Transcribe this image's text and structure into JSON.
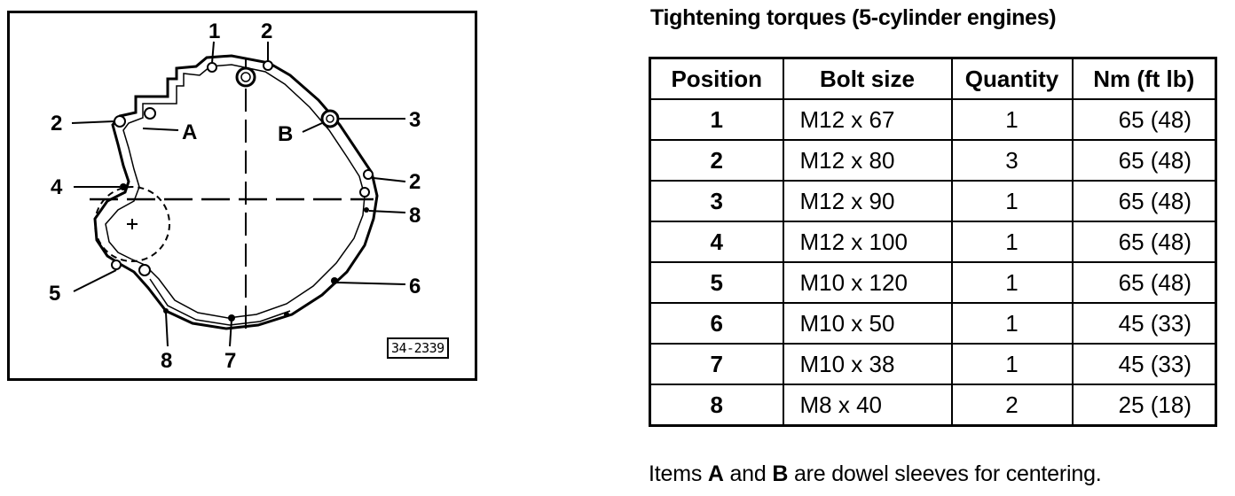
{
  "figure": {
    "reference_code": "34-2339",
    "callouts": {
      "top_1": "1",
      "top_2": "2",
      "left_2": "2",
      "dowel_a": "A",
      "dowel_b": "B",
      "right_3": "3",
      "right_2": "2",
      "left_4": "4",
      "right_8": "8",
      "left_5": "5",
      "right_6": "6",
      "bottom_8": "8",
      "bottom_7": "7"
    }
  },
  "title": "Tightening torques (5-cylinder engines)",
  "table": {
    "headers": [
      "Position",
      "Bolt size",
      "Quantity",
      "Nm (ft lb)"
    ],
    "rows": [
      {
        "position": "1",
        "bolt_size": "M12 x 67",
        "quantity": "1",
        "torque": "65 (48)"
      },
      {
        "position": "2",
        "bolt_size": "M12 x 80",
        "quantity": "3",
        "torque": "65 (48)"
      },
      {
        "position": "3",
        "bolt_size": "M12 x 90",
        "quantity": "1",
        "torque": "65 (48)"
      },
      {
        "position": "4",
        "bolt_size": "M12 x 100",
        "quantity": "1",
        "torque": "65 (48)"
      },
      {
        "position": "5",
        "bolt_size": "M10 x 120",
        "quantity": "1",
        "torque": "65 (48)"
      },
      {
        "position": "6",
        "bolt_size": "M10 x 50",
        "quantity": "1",
        "torque": "45 (33)"
      },
      {
        "position": "7",
        "bolt_size": "M10 x 38",
        "quantity": "1",
        "torque": "45 (33)"
      },
      {
        "position": "8",
        "bolt_size": "M8 x 40",
        "quantity": "2",
        "torque": "25 (18)"
      }
    ]
  },
  "footnote": {
    "pre": "Items ",
    "item_a": "A",
    "mid": " and ",
    "item_b": "B",
    "post": " are dowel sleeves for centering."
  }
}
